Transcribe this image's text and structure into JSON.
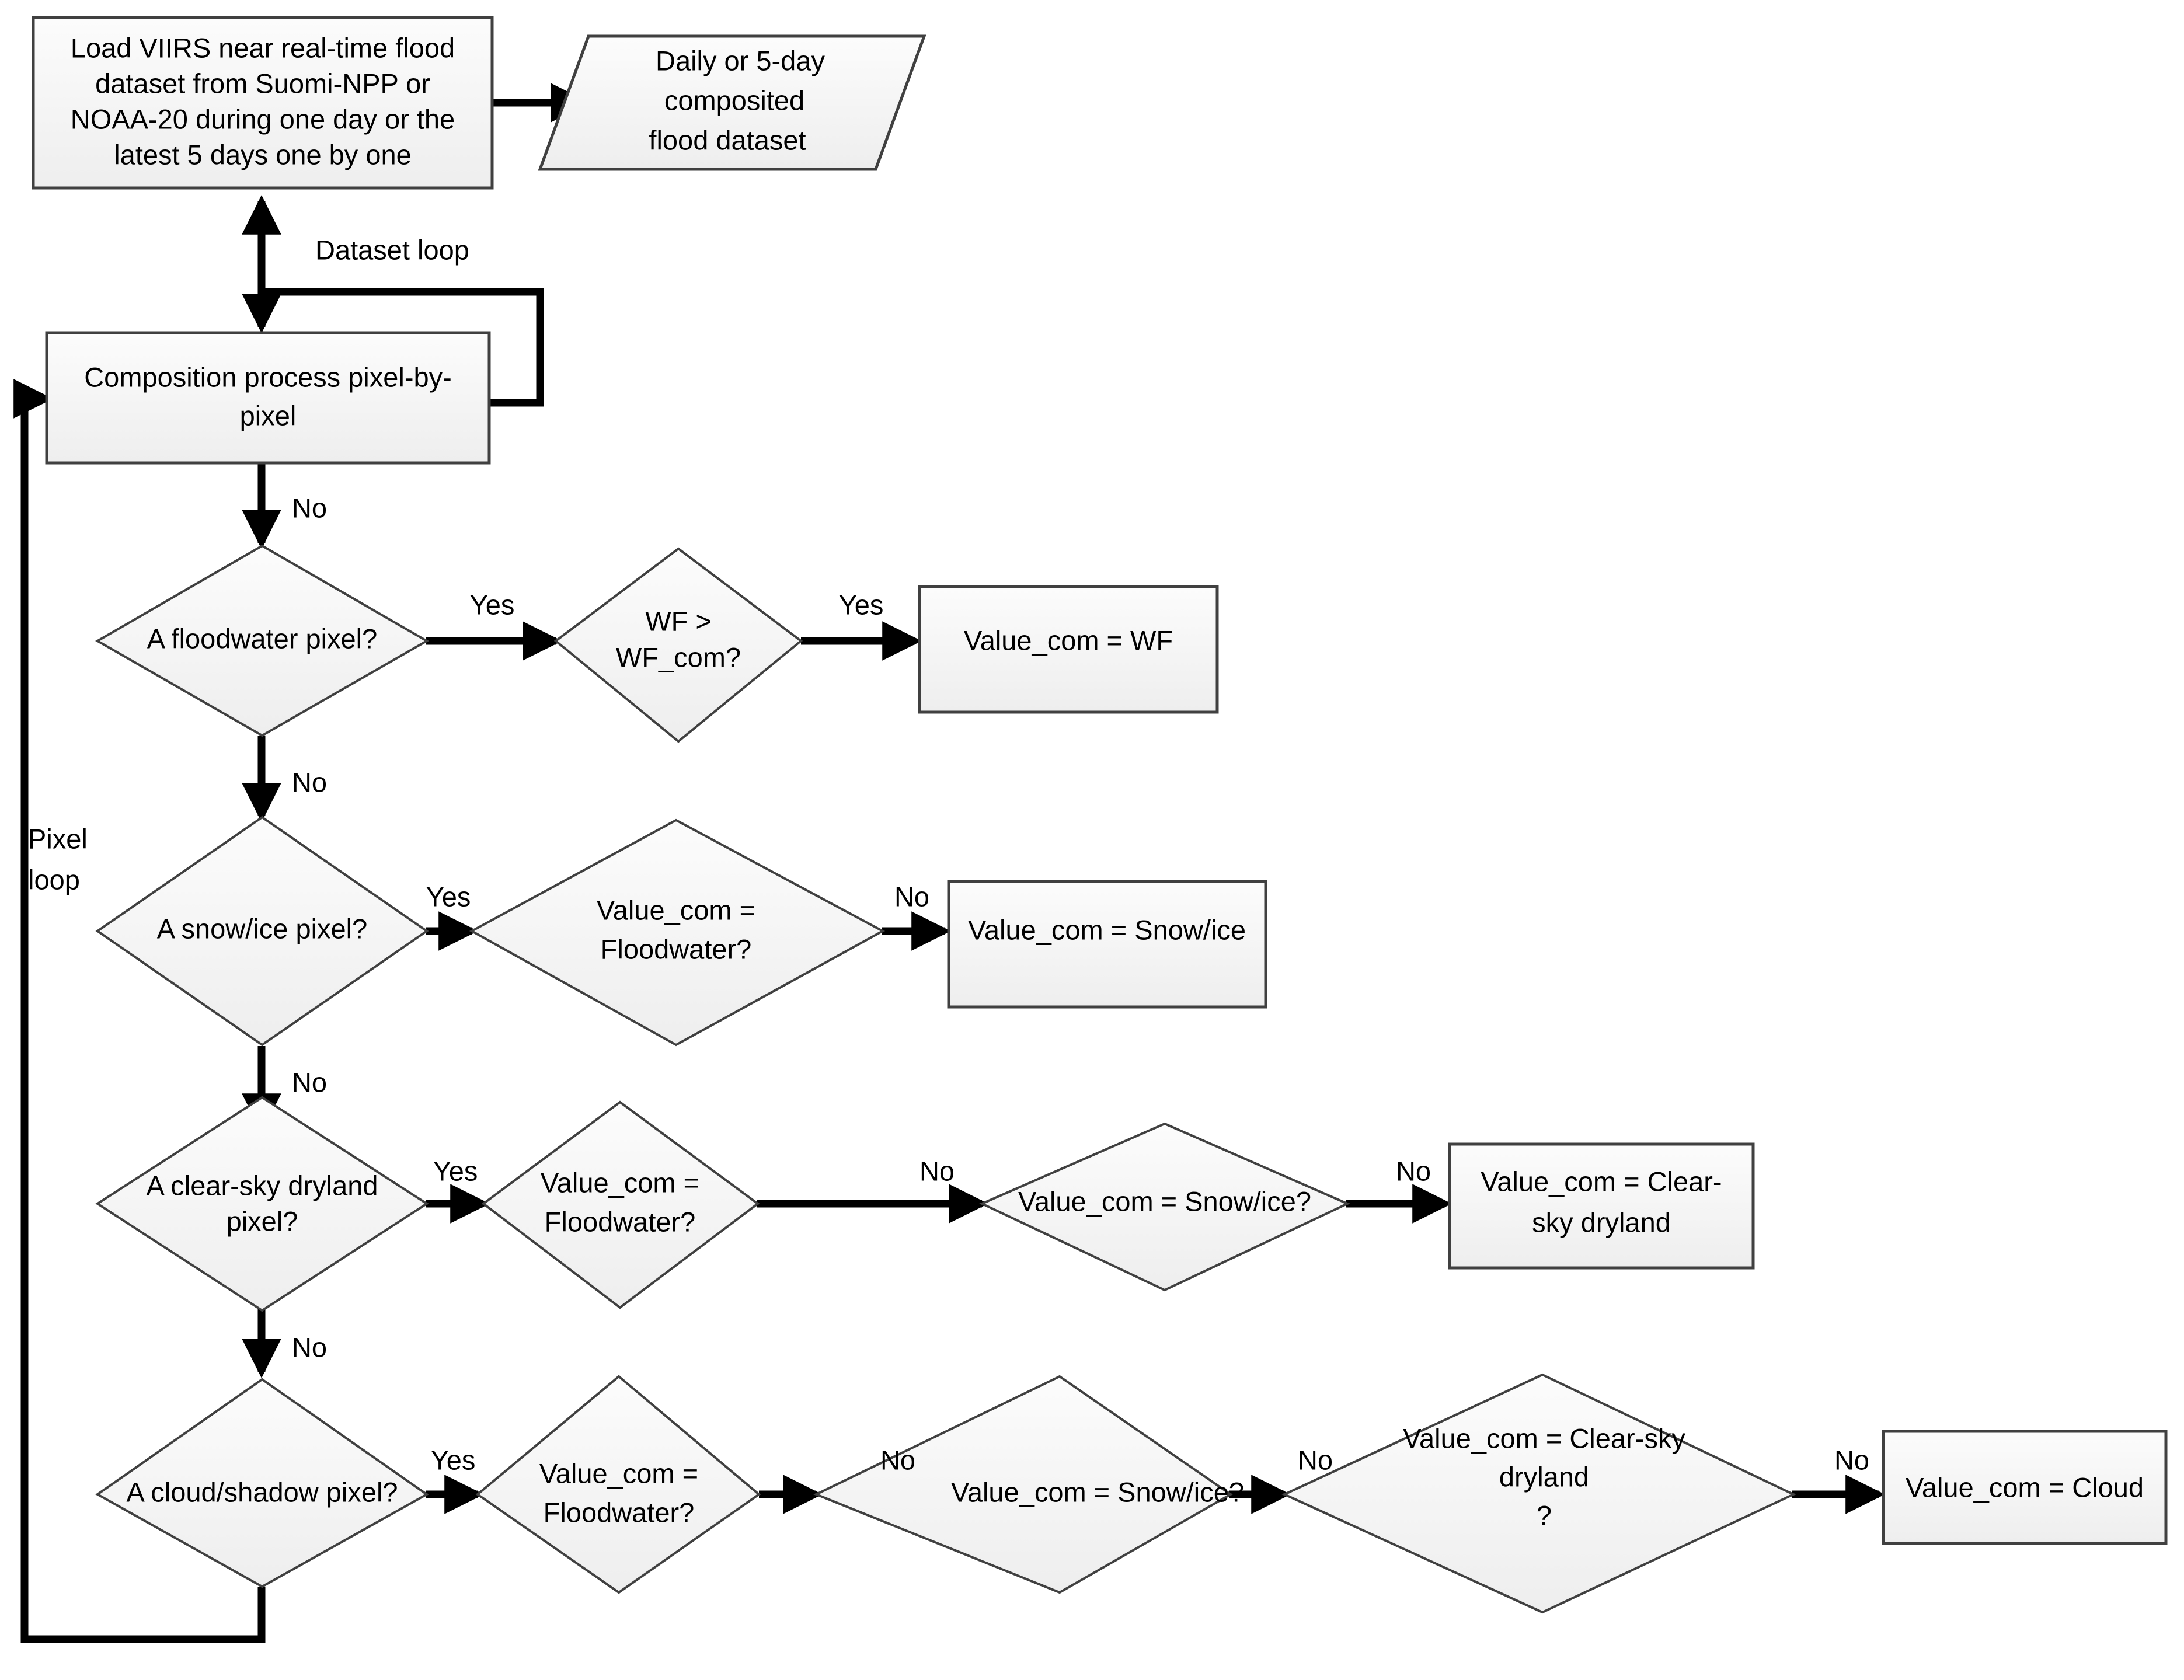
{
  "diagram": {
    "title": "VIIRS near real-time flood composition flowchart",
    "colors": {
      "shape_fill": "#f2f2f2",
      "shape_stroke": "#404040",
      "connector": "#000000",
      "background": "#ffffff"
    },
    "nodes": {
      "load_dataset": {
        "type": "process",
        "lines": [
          "Load VIIRS near real-time flood",
          "dataset from Suomi-NPP or",
          "NOAA-20 during one day or the",
          "latest 5 days one by one"
        ]
      },
      "composited_output": {
        "type": "data",
        "lines": [
          "Daily or 5-day",
          "composited",
          "flood dataset"
        ]
      },
      "composition_process": {
        "type": "process",
        "lines": [
          "Composition process pixel-by-",
          "pixel"
        ]
      },
      "q_floodwater": {
        "type": "decision",
        "lines": [
          "A floodwater pixel?"
        ]
      },
      "q_wf_gt_wfcom": {
        "type": "decision",
        "lines": [
          "WF >",
          "WF_com?"
        ]
      },
      "r_value_wf": {
        "type": "process",
        "lines": [
          "Value_com = WF"
        ]
      },
      "q_snowice": {
        "type": "decision",
        "lines": [
          "A snow/ice pixel?"
        ]
      },
      "q_snow_is_flood": {
        "type": "decision",
        "lines": [
          "Value_com =",
          "Floodwater?"
        ]
      },
      "r_value_snowice": {
        "type": "process",
        "lines": [
          "Value_com = Snow/ice"
        ]
      },
      "q_clearsky": {
        "type": "decision",
        "lines": [
          "A clear-sky dryland",
          "pixel?"
        ]
      },
      "q_clear_is_flood": {
        "type": "decision",
        "lines": [
          "Value_com =",
          "Floodwater?"
        ]
      },
      "q_clear_is_snow": {
        "type": "decision",
        "lines": [
          "Value_com = Snow/ice?"
        ]
      },
      "r_value_clearsky": {
        "type": "process",
        "lines": [
          "Value_com = Clear-",
          "sky dryland"
        ]
      },
      "q_cloud": {
        "type": "decision",
        "lines": [
          "A cloud/shadow pixel?"
        ]
      },
      "q_cloud_is_flood": {
        "type": "decision",
        "lines": [
          "Value_com =",
          "Floodwater?"
        ]
      },
      "q_cloud_is_snow": {
        "type": "decision",
        "lines": [
          "Value_com = Snow/ice?"
        ]
      },
      "q_cloud_is_clearsky": {
        "type": "decision",
        "lines": [
          "Value_com = Clear-sky",
          "dryland",
          "?"
        ]
      },
      "r_value_cloud": {
        "type": "process",
        "lines": [
          "Value_com = Cloud"
        ]
      }
    },
    "edge_labels": {
      "dataset_loop": "Dataset loop",
      "pixel_loop_line1": "Pixel",
      "pixel_loop_line2": "loop",
      "comp_to_flood_no": "No",
      "flood_yes": "Yes",
      "wf_yes": "Yes",
      "flood_no": "No",
      "snow_yes": "Yes",
      "snow_flood_no": "No",
      "snow_no": "No",
      "clear_yes": "Yes",
      "clear_flood_no": "No",
      "clear_snow_no": "No",
      "clear_no": "No",
      "cloud_yes": "Yes",
      "cloud_flood_no": "No",
      "cloud_snow_no": "No",
      "cloud_clear_no": "No"
    }
  }
}
